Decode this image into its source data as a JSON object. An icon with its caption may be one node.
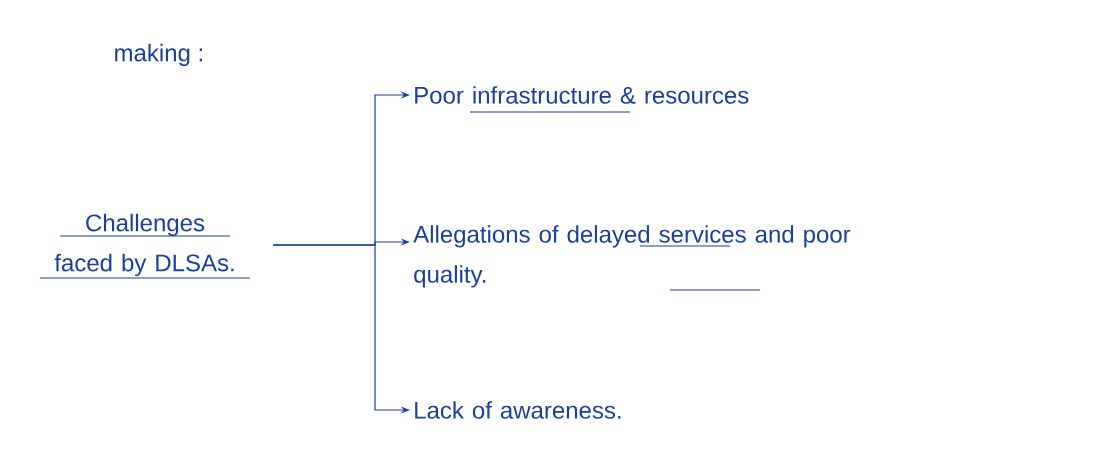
{
  "diagram": {
    "nodes": [
      {
        "text": [
          "Challenges faced by DLSAs."
        ]
      },
      {
        "text": [
          "Poor infrastructure & resources"
        ]
      },
      {
        "text": [
          "Allegations of delayed services and poor quality."
        ]
      },
      {
        "text": [
          "Lack of awareness."
        ]
      }
    ],
    "edges": [
      {
        "from": 0,
        "to": 1,
        "arrow": "to"
      },
      {
        "from": 0,
        "to": 2,
        "arrow": "to"
      },
      {
        "from": 0,
        "to": 3,
        "arrow": "to"
      }
    ],
    "labels": [
      "making :"
    ]
  }
}
